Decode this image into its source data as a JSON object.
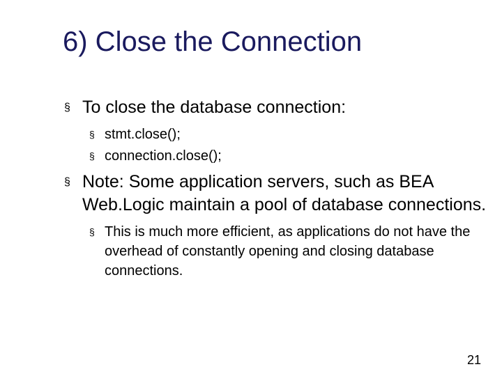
{
  "slide": {
    "title": "6)  Close the Connection",
    "bullet_marker": "§",
    "bullets": [
      {
        "text": "To close the database connection:",
        "sub": [
          "stmt.close();",
          "connection.close();"
        ]
      },
      {
        "text": "Note:  Some application servers, such as BEA Web.Logic maintain a pool of database connections.",
        "sub": [
          "This is much more efficient, as applications do not have the overhead of constantly opening and closing database connections."
        ]
      }
    ],
    "page_number": "21"
  }
}
